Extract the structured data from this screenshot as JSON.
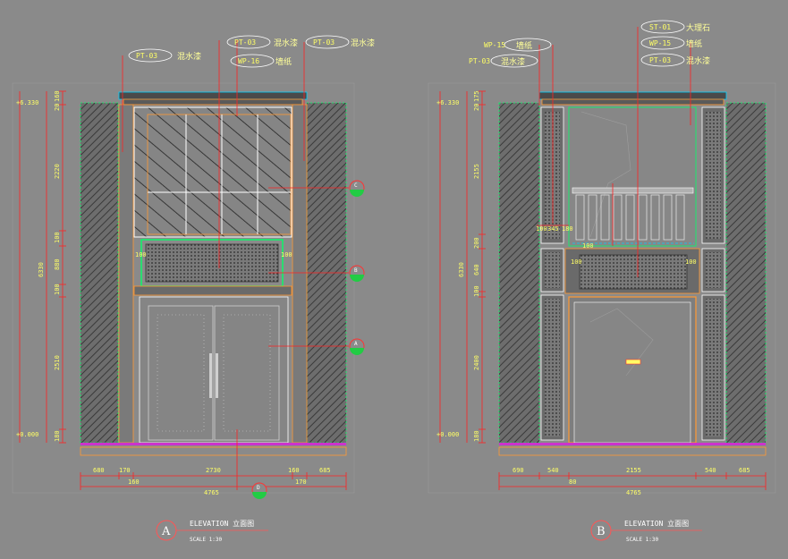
{
  "drawing_a": {
    "callouts_top": [
      {
        "code": "PT-03",
        "material": "混水漆"
      },
      {
        "code": "PT-03",
        "material": "混水漆"
      },
      {
        "code": "WP-16",
        "material": "墙纸"
      },
      {
        "code": "PT-03",
        "material": "混水漆"
      }
    ],
    "level_top": "+6.330",
    "level_bottom": "+0.000",
    "vertical_dims": [
      "160",
      "20",
      "2220",
      "100",
      "880",
      "100",
      "2510",
      "180"
    ],
    "total_height": "6330",
    "horizontal_dims_top": [
      "680",
      "170",
      "2730",
      "160",
      "685"
    ],
    "horizontal_dims_mid": [
      "160",
      "170"
    ],
    "total_width": "4765",
    "side_labels": [
      "100",
      "100"
    ],
    "section_marks": [
      "C",
      "B",
      "A"
    ],
    "bottom_mark": "D",
    "title": "ELEVATION 立面图",
    "scale": "SCALE  1:30",
    "letter": "A"
  },
  "drawing_b": {
    "callouts_left": [
      {
        "code": "WP-15",
        "material": "墙纸"
      },
      {
        "code": "PT-03",
        "material": "混水漆"
      }
    ],
    "callouts_right": [
      {
        "code": "ST-01",
        "material": "大理石"
      },
      {
        "code": "WP-15",
        "material": "墙纸"
      },
      {
        "code": "PT-03",
        "material": "混水漆"
      }
    ],
    "level_top": "+6.330",
    "level_bottom": "+0.000",
    "vertical_dims": [
      "175",
      "20",
      "2155",
      "200",
      "640",
      "100",
      "2400",
      "180"
    ],
    "total_height": "6330",
    "horizontal_dims_top": [
      "690",
      "540",
      "2155",
      "540",
      "685"
    ],
    "horizontal_dims_mid": [
      "80"
    ],
    "total_width": "4765",
    "inner_dims": [
      "100",
      "345",
      "180",
      "100",
      "100",
      "100"
    ],
    "title": "ELEVATION 立面图",
    "scale": "SCALE  1:30",
    "letter": "B"
  }
}
